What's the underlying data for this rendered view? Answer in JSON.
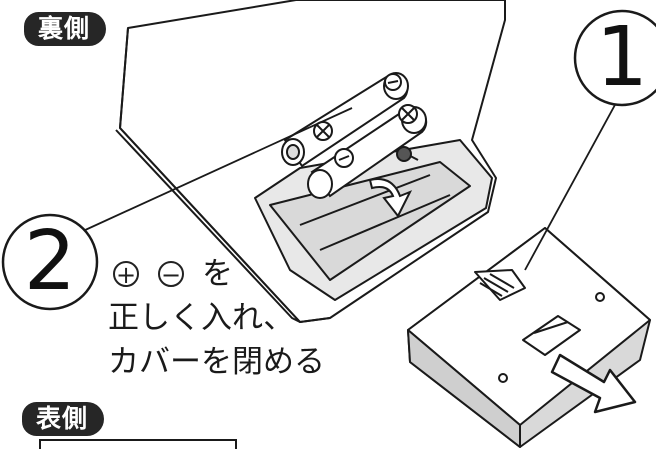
{
  "labels": {
    "back_side": "裏側",
    "front_side": "表側"
  },
  "steps": {
    "step1_number": "1",
    "step2_number": "2",
    "step2_line1_suffix": "を",
    "step2_line2": "正しく入れ、",
    "step2_line3": "カバーを閉める"
  },
  "icons": {
    "plus": "plus-circle-icon",
    "minus": "minus-circle-icon"
  },
  "colors": {
    "label_bg": "#262626",
    "line": "#1a1a1a",
    "fill": "#ffffff",
    "shade": "#d9d9d9"
  }
}
